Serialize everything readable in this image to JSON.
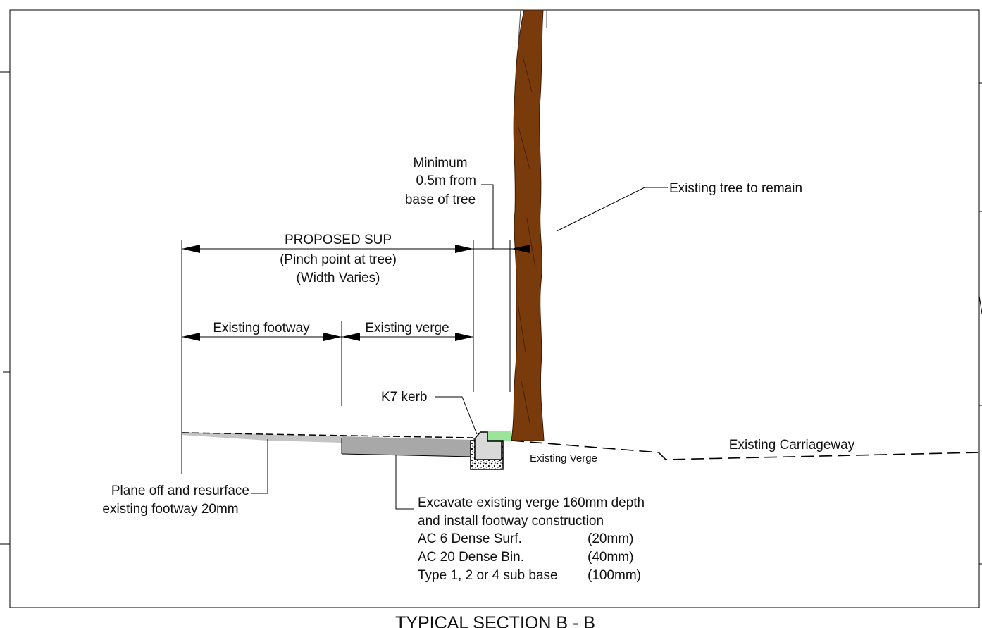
{
  "title": "TYPICAL SECTION B - B",
  "labels": {
    "minimum_l1": "Minimum",
    "minimum_l2": "0.5m from",
    "minimum_l3": "base of tree",
    "tree": "Existing tree to remain",
    "sup_l1": "PROPOSED SUP",
    "sup_l2": "(Pinch point at tree)",
    "sup_l3": "(Width Varies)",
    "footway": "Existing footway",
    "verge": "Existing verge",
    "kerb": "K7 kerb",
    "carriageway": "Existing Carriageway",
    "existing_verge": "Existing Verge",
    "plane_l1": "Plane off and resurface",
    "plane_l2": "existing footway 20mm",
    "excavate_l1": "Excavate existing verge 160mm depth",
    "excavate_l2": "and install footway construction"
  },
  "construction_layers": [
    {
      "name": "AC 6 Dense Surf.",
      "depth": "(20mm)"
    },
    {
      "name": "AC 20 Dense Bin.",
      "depth": "(40mm)"
    },
    {
      "name": "Type 1, 2 or 4 sub base",
      "depth": "(100mm)"
    }
  ],
  "colors": {
    "tree_trunk": "#7a3b0c",
    "grass": "#9be59b",
    "footway_fill": "#c4c4c4",
    "verge_fill": "#a8a8a8",
    "kerb_fill": "#d9d9d9",
    "line": "#000000"
  }
}
